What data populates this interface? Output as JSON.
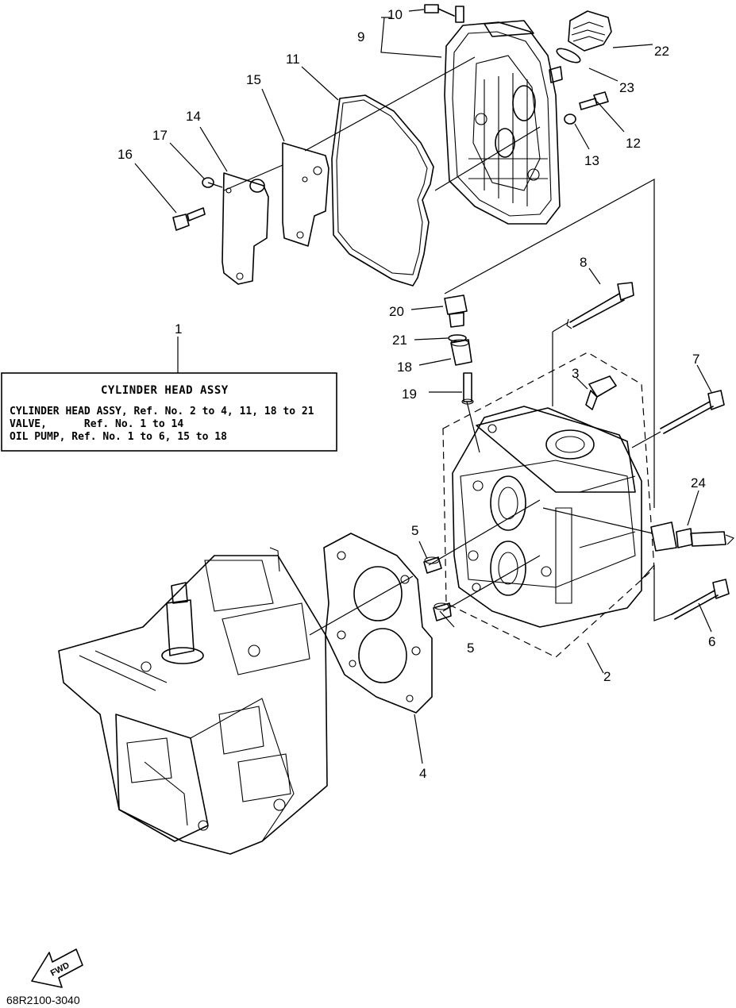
{
  "assembly_box": {
    "title": "CYLINDER HEAD ASSY",
    "lines": [
      "CYLINDER HEAD ASSY, Ref. No. 2 to 4, 11, 18 to 21",
      "VALVE,      Ref. No. 1 to 14",
      "OIL PUMP, Ref. No. 1 to 6, 15 to 18"
    ]
  },
  "callouts": {
    "c1": "1",
    "c2": "2",
    "c3": "3",
    "c4": "4",
    "c5a": "5",
    "c5b": "5",
    "c6": "6",
    "c7": "7",
    "c8": "8",
    "c9": "9",
    "c10": "10",
    "c11": "11",
    "c12": "12",
    "c13": "13",
    "c14": "14",
    "c15": "15",
    "c16": "16",
    "c17": "17",
    "c18": "18",
    "c19": "19",
    "c20": "20",
    "c21": "21",
    "c22": "22",
    "c23": "23",
    "c24": "24"
  },
  "direction_badge": "FWD",
  "drawing_code": "68R2100-3040"
}
